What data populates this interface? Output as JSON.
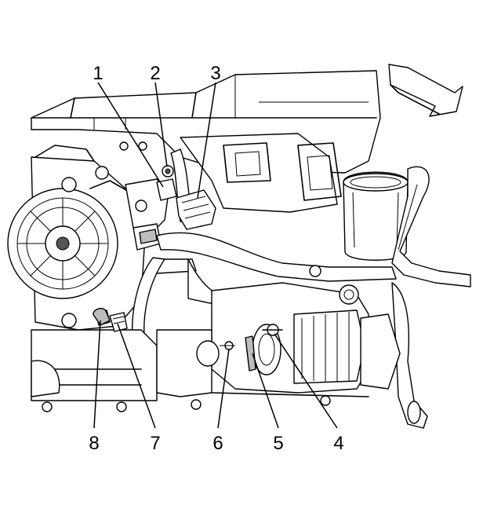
{
  "callouts": [
    {
      "id": "1",
      "label": "1"
    },
    {
      "id": "2",
      "label": "2"
    },
    {
      "id": "3",
      "label": "3"
    },
    {
      "id": "4",
      "label": "4"
    },
    {
      "id": "5",
      "label": "5"
    },
    {
      "id": "6",
      "label": "6"
    },
    {
      "id": "7",
      "label": "7"
    },
    {
      "id": "8",
      "label": "8"
    }
  ],
  "icons": {
    "direction_arrow": "forward-direction-arrow-icon"
  },
  "colors": {
    "line": "#000000",
    "background": "#ffffff",
    "shade": "#bdbdbd"
  }
}
